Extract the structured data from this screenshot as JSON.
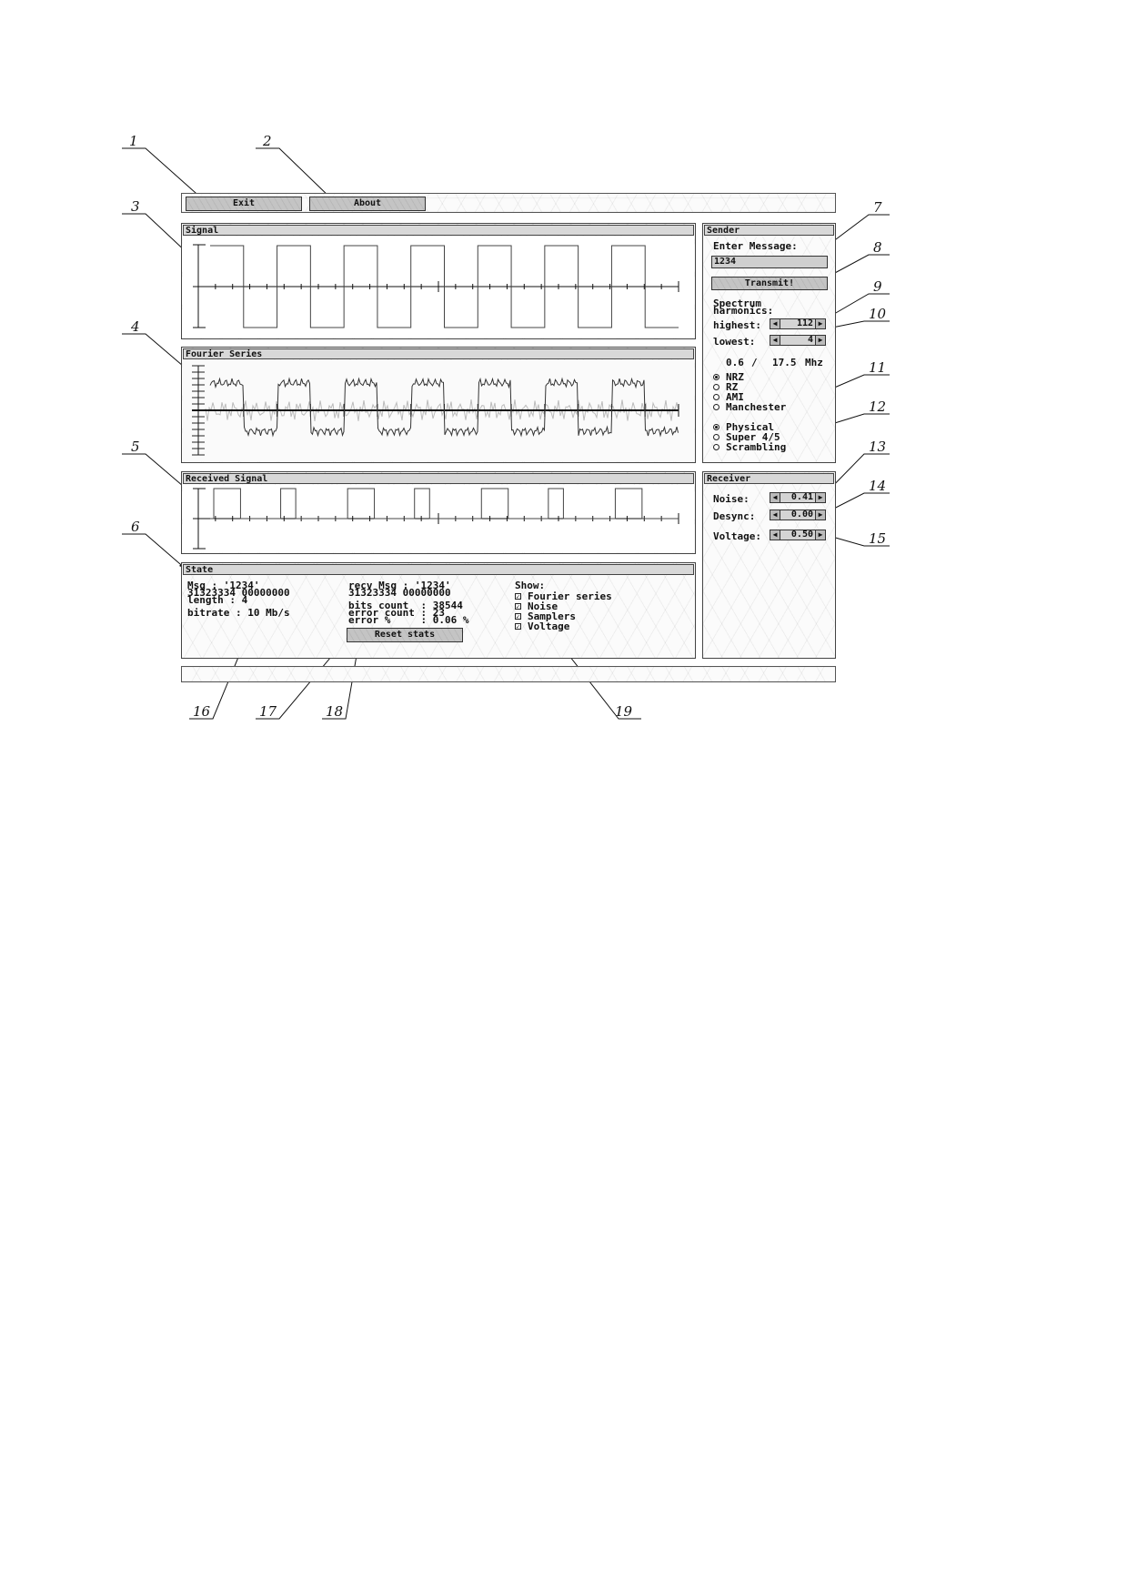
{
  "callouts": [
    "1",
    "2",
    "3",
    "4",
    "5",
    "6",
    "7",
    "8",
    "9",
    "10",
    "11",
    "12",
    "13",
    "14",
    "15",
    "16",
    "17",
    "18",
    "19"
  ],
  "toolbar": {
    "exit_label": "Exit",
    "about_label": "About"
  },
  "panels": {
    "signal_title": "Signal",
    "fourier_title": "Fourier Series",
    "received_title": "Received Signal",
    "state_title": "State",
    "sender_title": "Sender",
    "receiver_title": "Receiver"
  },
  "signal": {
    "bits": [
      1,
      0,
      1,
      0,
      1,
      0,
      1,
      0,
      1,
      0,
      1,
      0,
      1,
      0
    ]
  },
  "sender": {
    "enter_message_label": "Enter Message:",
    "message_value": "1234",
    "transmit_label": "Transmit!",
    "spectrum_label_1": "Spectrum",
    "spectrum_label_2": "harmonics:",
    "highest_label": "highest:",
    "highest_value": "112",
    "lowest_label": "lowest:",
    "lowest_value": "4",
    "band_low": "0.6",
    "band_sep": "/",
    "band_high": "17.5",
    "band_unit": "Mhz",
    "encodings": [
      "NRZ",
      "RZ",
      "AMI",
      "Manchester"
    ],
    "encoding_selected": "NRZ",
    "layers": [
      "Physical",
      "Super 4/5",
      "Scrambling"
    ],
    "layer_selected": "Physical"
  },
  "receiver": {
    "noise_label": "Noise:",
    "noise_value": "0.41",
    "desync_label": "Desync:",
    "desync_value": "0.00",
    "voltage_label": "Voltage:",
    "voltage_value": "0.50"
  },
  "state": {
    "msg_line": "Msg : '1234'",
    "msg_hex": "31323334 00000000",
    "length_line": "length : 4",
    "bitrate_line": "bitrate : 10 Mb/s",
    "recv_line": "recv Msg : '1234'",
    "recv_hex": "31323334 00000000",
    "bits_count_line": "bits count  : 38544",
    "error_count_line": "error count : 23",
    "error_pct_line": "error %     : 0.06 %",
    "reset_label": "Reset stats",
    "show_label": "Show:",
    "show_options": [
      "Fourier series",
      "Noise",
      "Samplers",
      "Voltage"
    ]
  }
}
